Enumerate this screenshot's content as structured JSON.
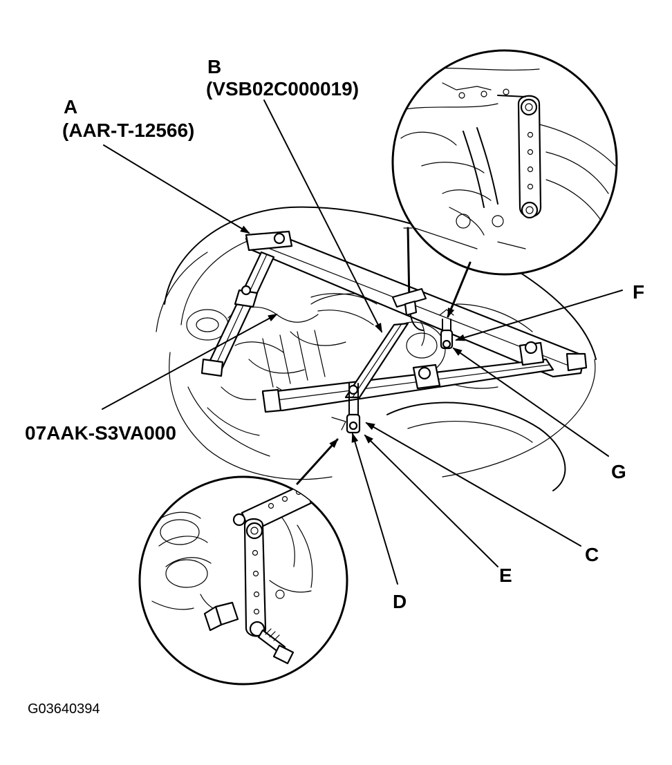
{
  "callouts": {
    "a": {
      "letter": "A",
      "part": "(AAR-T-12566)"
    },
    "b": {
      "letter": "B",
      "part": "(VSB02C000019)"
    },
    "c": {
      "letter": "C"
    },
    "d": {
      "letter": "D"
    },
    "e": {
      "letter": "E"
    },
    "f": {
      "letter": "F"
    },
    "g": {
      "letter": "G"
    }
  },
  "tool_label": "07AAK-S3VA000",
  "figure_id": "G03640394",
  "colors": {
    "ink": "#000000",
    "paper": "#ffffff"
  }
}
